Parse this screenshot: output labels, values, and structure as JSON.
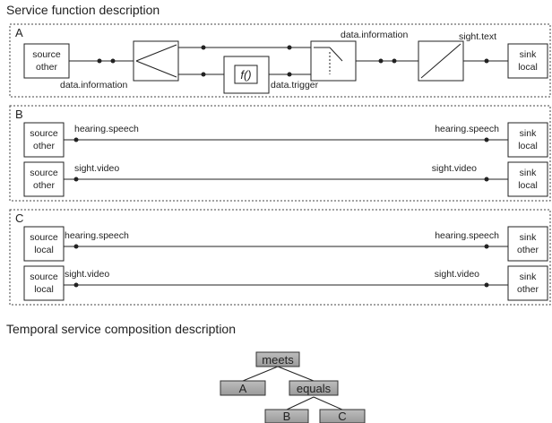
{
  "titles": {
    "service_function": "Service function description",
    "temporal": "Temporal service composition description"
  },
  "panel_a": {
    "letter": "A",
    "source": [
      "source",
      "other"
    ],
    "sink": [
      "sink",
      "local"
    ],
    "function_label": "f()",
    "signals": {
      "data_information_bottom": "data.information",
      "data_information_top": "data.information",
      "data_trigger": "data.trigger",
      "sight_text": "sight.text"
    }
  },
  "panel_b": {
    "letter": "B",
    "rows": [
      {
        "source": [
          "source",
          "other"
        ],
        "sink": [
          "sink",
          "local"
        ],
        "left_label": "hearing.speech",
        "right_label": "hearing.speech"
      },
      {
        "source": [
          "source",
          "other"
        ],
        "sink": [
          "sink",
          "local"
        ],
        "left_label": "sight.video",
        "right_label": "sight.video"
      }
    ]
  },
  "panel_c": {
    "letter": "C",
    "rows": [
      {
        "source": [
          "source",
          "local"
        ],
        "sink": [
          "sink",
          "other"
        ],
        "left_label": "hearing.speech",
        "right_label": "hearing.speech"
      },
      {
        "source": [
          "source",
          "local"
        ],
        "sink": [
          "sink",
          "other"
        ],
        "left_label": "sight.video",
        "right_label": "sight.video"
      }
    ]
  },
  "tree": {
    "root": "meets",
    "left": "A",
    "mid": "equals",
    "leaf_left": "B",
    "leaf_right": "C"
  }
}
